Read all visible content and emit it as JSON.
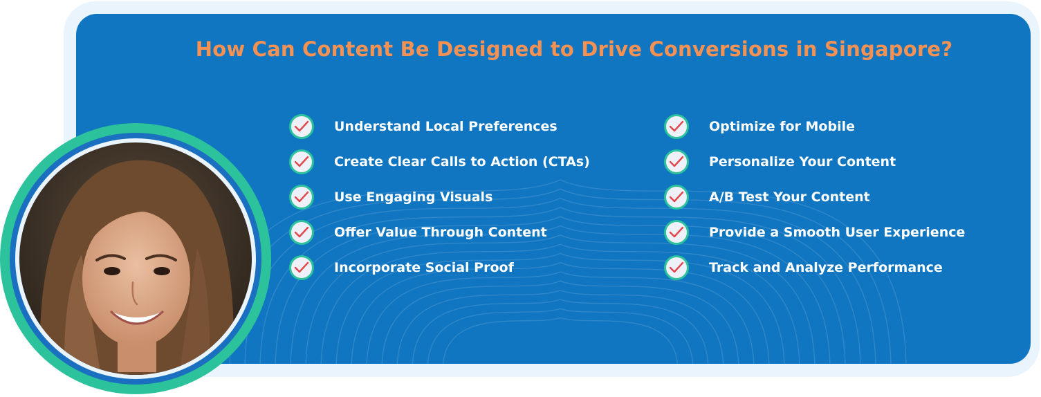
{
  "title": "How Can Content Be Designed to Drive Conversions in Singapore?",
  "colors": {
    "outer_card": "#eaf4fd",
    "panel": "#1176c1",
    "title": "#f59152",
    "check_ring": "#2cc29b",
    "check_mark": "#e0464b",
    "portrait_ring_outer": "#2cc29b",
    "portrait_ring_inner": "#1a6fc0"
  },
  "icons": {
    "list_marker": "checkmark-icon"
  },
  "tips_left": [
    {
      "label": "Understand Local Preferences"
    },
    {
      "label": "Create Clear Calls to Action (CTAs)"
    },
    {
      "label": "Use Engaging Visuals"
    },
    {
      "label": "Offer Value Through Content"
    },
    {
      "label": "Incorporate Social Proof"
    }
  ],
  "tips_right": [
    {
      "label": "Optimize for Mobile"
    },
    {
      "label": "Personalize Your Content"
    },
    {
      "label": "A/B Test Your Content"
    },
    {
      "label": "Provide a Smooth User Experience"
    },
    {
      "label": "Track and Analyze Performance"
    }
  ]
}
